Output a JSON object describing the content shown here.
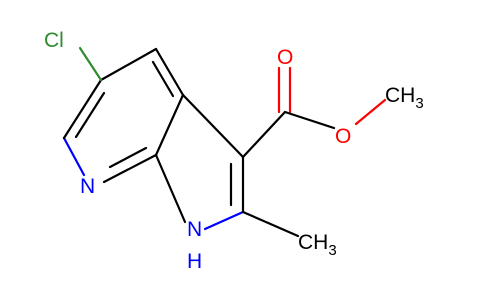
{
  "structure": {
    "atoms": {
      "chlorine": {
        "text": "Cl",
        "color": "#2e8b2e"
      },
      "pyridine_nitrogen": {
        "text": "N",
        "color": "#0000ff"
      },
      "pyrrole_nitrogen": {
        "text": "N",
        "color": "#0000ff"
      },
      "pyrrole_hydrogen": {
        "text": "H",
        "color": "#0000ff"
      },
      "carbonyl_oxygen": {
        "text": "O",
        "color": "#ff0000"
      },
      "ester_oxygen": {
        "text": "O",
        "color": "#ff0000"
      },
      "ester_methyl": {
        "text": "CH",
        "subscript": "3",
        "color": "#000000"
      },
      "ring_methyl": {
        "text": "CH",
        "subscript": "3",
        "color": "#000000"
      }
    }
  }
}
